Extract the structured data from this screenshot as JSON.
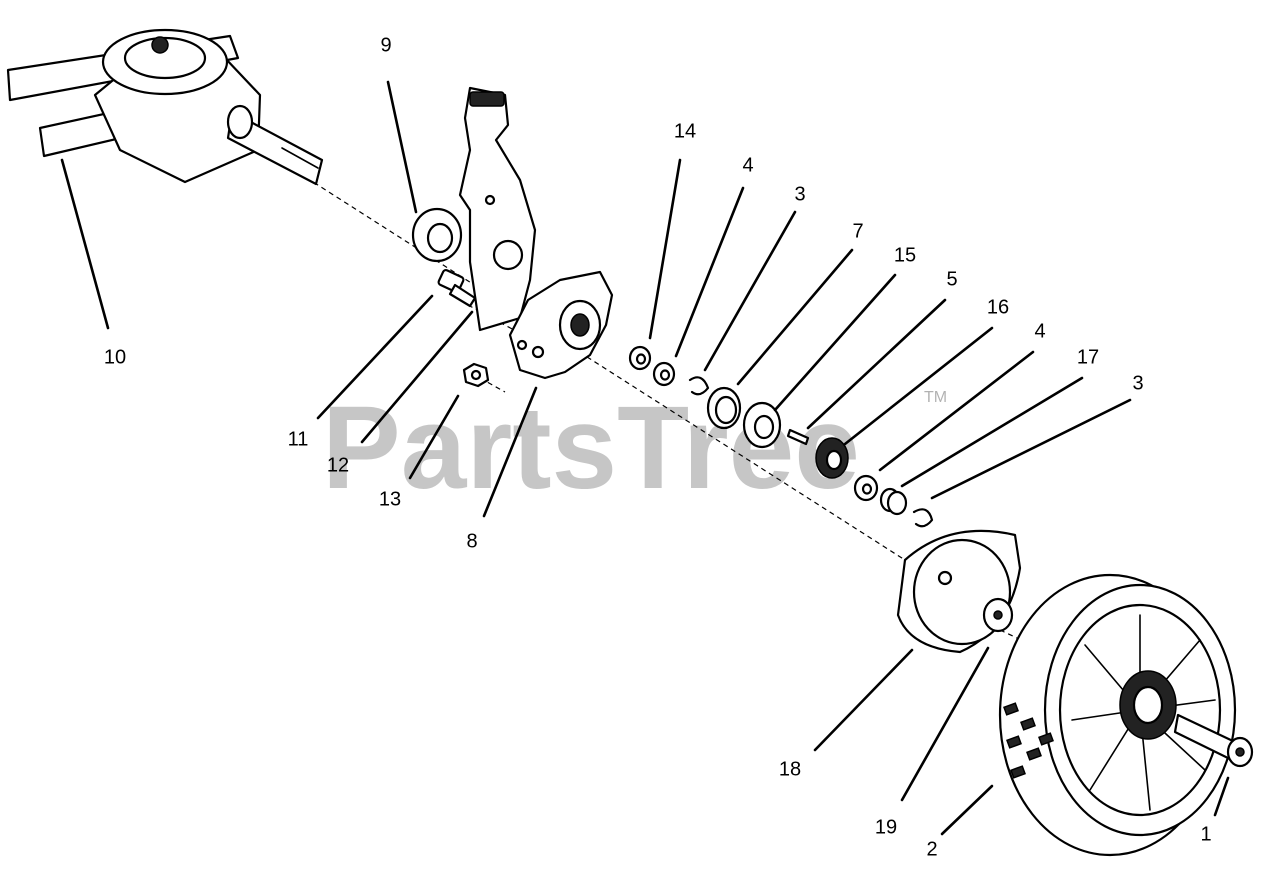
{
  "watermark": {
    "text": "PartsTree",
    "trademark": "TM"
  },
  "callouts": [
    {
      "id": "c9",
      "label": "9",
      "part": "oil-seal"
    },
    {
      "id": "c10",
      "label": "10",
      "part": "transmission-drive-shaft"
    },
    {
      "id": "c14",
      "label": "14",
      "part": "flat-washer-small"
    },
    {
      "id": "c4a",
      "label": "4",
      "part": "washer-a"
    },
    {
      "id": "c3a",
      "label": "3",
      "part": "retaining-clip-a"
    },
    {
      "id": "c7",
      "label": "7",
      "part": "spacer-ring"
    },
    {
      "id": "c15",
      "label": "15",
      "part": "bearing"
    },
    {
      "id": "c5",
      "label": "5",
      "part": "key"
    },
    {
      "id": "c16",
      "label": "16",
      "part": "pinion-gear"
    },
    {
      "id": "c4b",
      "label": "4",
      "part": "washer-b"
    },
    {
      "id": "c17",
      "label": "17",
      "part": "bushing"
    },
    {
      "id": "c3b",
      "label": "3",
      "part": "retaining-clip-b"
    },
    {
      "id": "c11",
      "label": "11",
      "part": "bolt"
    },
    {
      "id": "c12",
      "label": "12",
      "part": "height-adjuster-lever"
    },
    {
      "id": "c13",
      "label": "13",
      "part": "nut"
    },
    {
      "id": "c8",
      "label": "8",
      "part": "wheel-bracket"
    },
    {
      "id": "c18",
      "label": "18",
      "part": "gear-cover"
    },
    {
      "id": "c19",
      "label": "19",
      "part": "wheel-washer"
    },
    {
      "id": "c2",
      "label": "2",
      "part": "wheel"
    },
    {
      "id": "c1",
      "label": "1",
      "part": "wheel-bolt"
    }
  ]
}
